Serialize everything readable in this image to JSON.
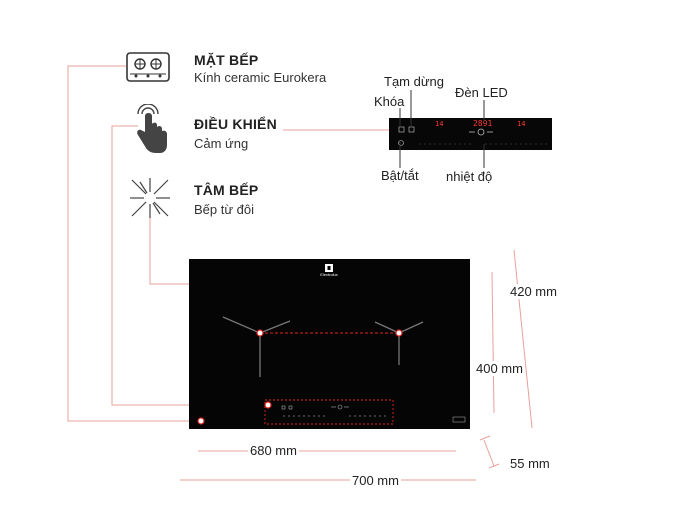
{
  "features": [
    {
      "title": "MẶT BẾP",
      "desc": "Kính ceramic Eurokera",
      "icon": "gas-hob-icon"
    },
    {
      "title": "ĐIỀU KHIỂN",
      "desc": "Cảm ứng",
      "icon": "touch-hand-icon"
    },
    {
      "title": "TÂM BẾP",
      "desc": "Bếp từ đôi",
      "icon": "induction-burst-icon"
    }
  ],
  "callouts": {
    "pause": "Tạm dừng",
    "lock": "Khóa",
    "led": "Đèn LED",
    "power": "Bật/tắt",
    "temperature": "nhiệt độ"
  },
  "dimensions": {
    "w_inner": "680 mm",
    "w_outer": "700 mm",
    "d_outer": "420 mm",
    "d_inner": "400 mm",
    "height": "55 mm"
  },
  "brand": {
    "name": "Electrolux"
  },
  "panel_display": {
    "left": "14",
    "center": "2891",
    "right": "14"
  },
  "colors": {
    "leader_line": "#e8a09a",
    "accent_red": "#e0261f",
    "glass": "#050505"
  }
}
